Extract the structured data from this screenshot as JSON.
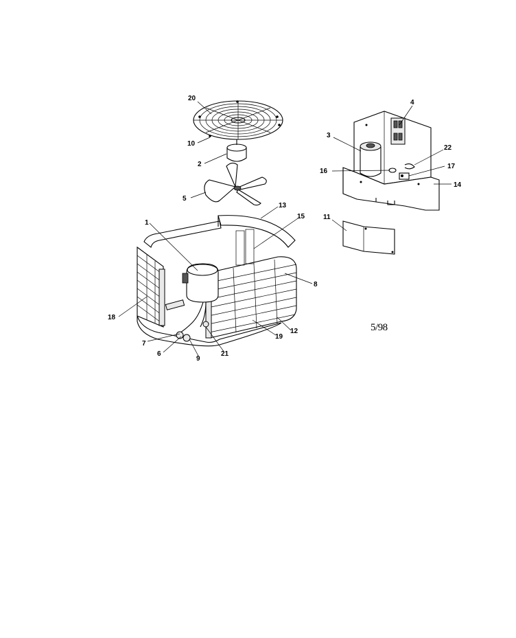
{
  "callouts": [
    {
      "id": "c1",
      "label": "1"
    },
    {
      "id": "c2",
      "label": "2"
    },
    {
      "id": "c3",
      "label": "3"
    },
    {
      "id": "c4",
      "label": "4"
    },
    {
      "id": "c5",
      "label": "5"
    },
    {
      "id": "c6",
      "label": "6"
    },
    {
      "id": "c7",
      "label": "7"
    },
    {
      "id": "c8",
      "label": "8"
    },
    {
      "id": "c9",
      "label": "9"
    },
    {
      "id": "c10",
      "label": "10"
    },
    {
      "id": "c11",
      "label": "11"
    },
    {
      "id": "c12",
      "label": "12"
    },
    {
      "id": "c13",
      "label": "13"
    },
    {
      "id": "c14",
      "label": "14"
    },
    {
      "id": "c15",
      "label": "15"
    },
    {
      "id": "c16",
      "label": "16"
    },
    {
      "id": "c17",
      "label": "17"
    },
    {
      "id": "c18",
      "label": "18"
    },
    {
      "id": "c19",
      "label": "19"
    },
    {
      "id": "c20",
      "label": "20"
    },
    {
      "id": "c21",
      "label": "21"
    },
    {
      "id": "c22",
      "label": "22"
    }
  ],
  "date_stamp": "5/98"
}
